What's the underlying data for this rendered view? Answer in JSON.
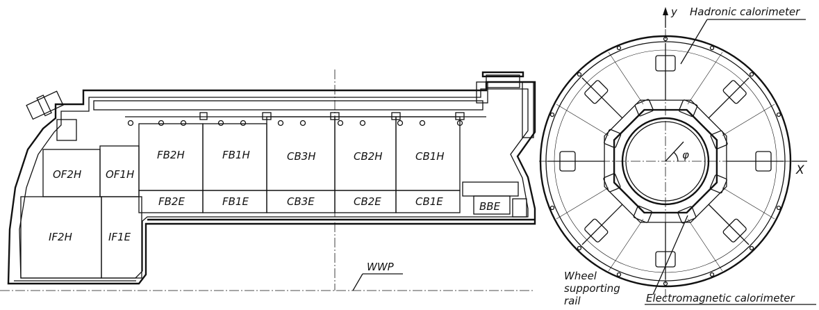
{
  "side_view": {
    "modules": [
      {
        "id": "of2h",
        "label": "OF2H"
      },
      {
        "id": "of1h",
        "label": "OF1H"
      },
      {
        "id": "if2h",
        "label": "IF2H"
      },
      {
        "id": "if1e",
        "label": "IF1E"
      },
      {
        "id": "fb2h",
        "label": "FB2H"
      },
      {
        "id": "fb1h",
        "label": "FB1H"
      },
      {
        "id": "fb2e",
        "label": "FB2E"
      },
      {
        "id": "fb1e",
        "label": "FB1E"
      },
      {
        "id": "cb3h",
        "label": "CB3H"
      },
      {
        "id": "cb2h",
        "label": "CB2H"
      },
      {
        "id": "cb1h",
        "label": "CB1H"
      },
      {
        "id": "cb3e",
        "label": "CB3E"
      },
      {
        "id": "cb2e",
        "label": "CB2E"
      },
      {
        "id": "cb1e",
        "label": "CB1E"
      },
      {
        "id": "bbe",
        "label": "BBE"
      }
    ],
    "wwp_label": "WWP"
  },
  "end_view": {
    "axis_x": "X",
    "axis_y": "y",
    "phi": "φ",
    "hadronic_label": "Hadronic calorimeter",
    "em_label": "Electromagnetic calorimeter",
    "rail_label_lines": [
      "Wheel",
      "supporting",
      "rail"
    ]
  }
}
